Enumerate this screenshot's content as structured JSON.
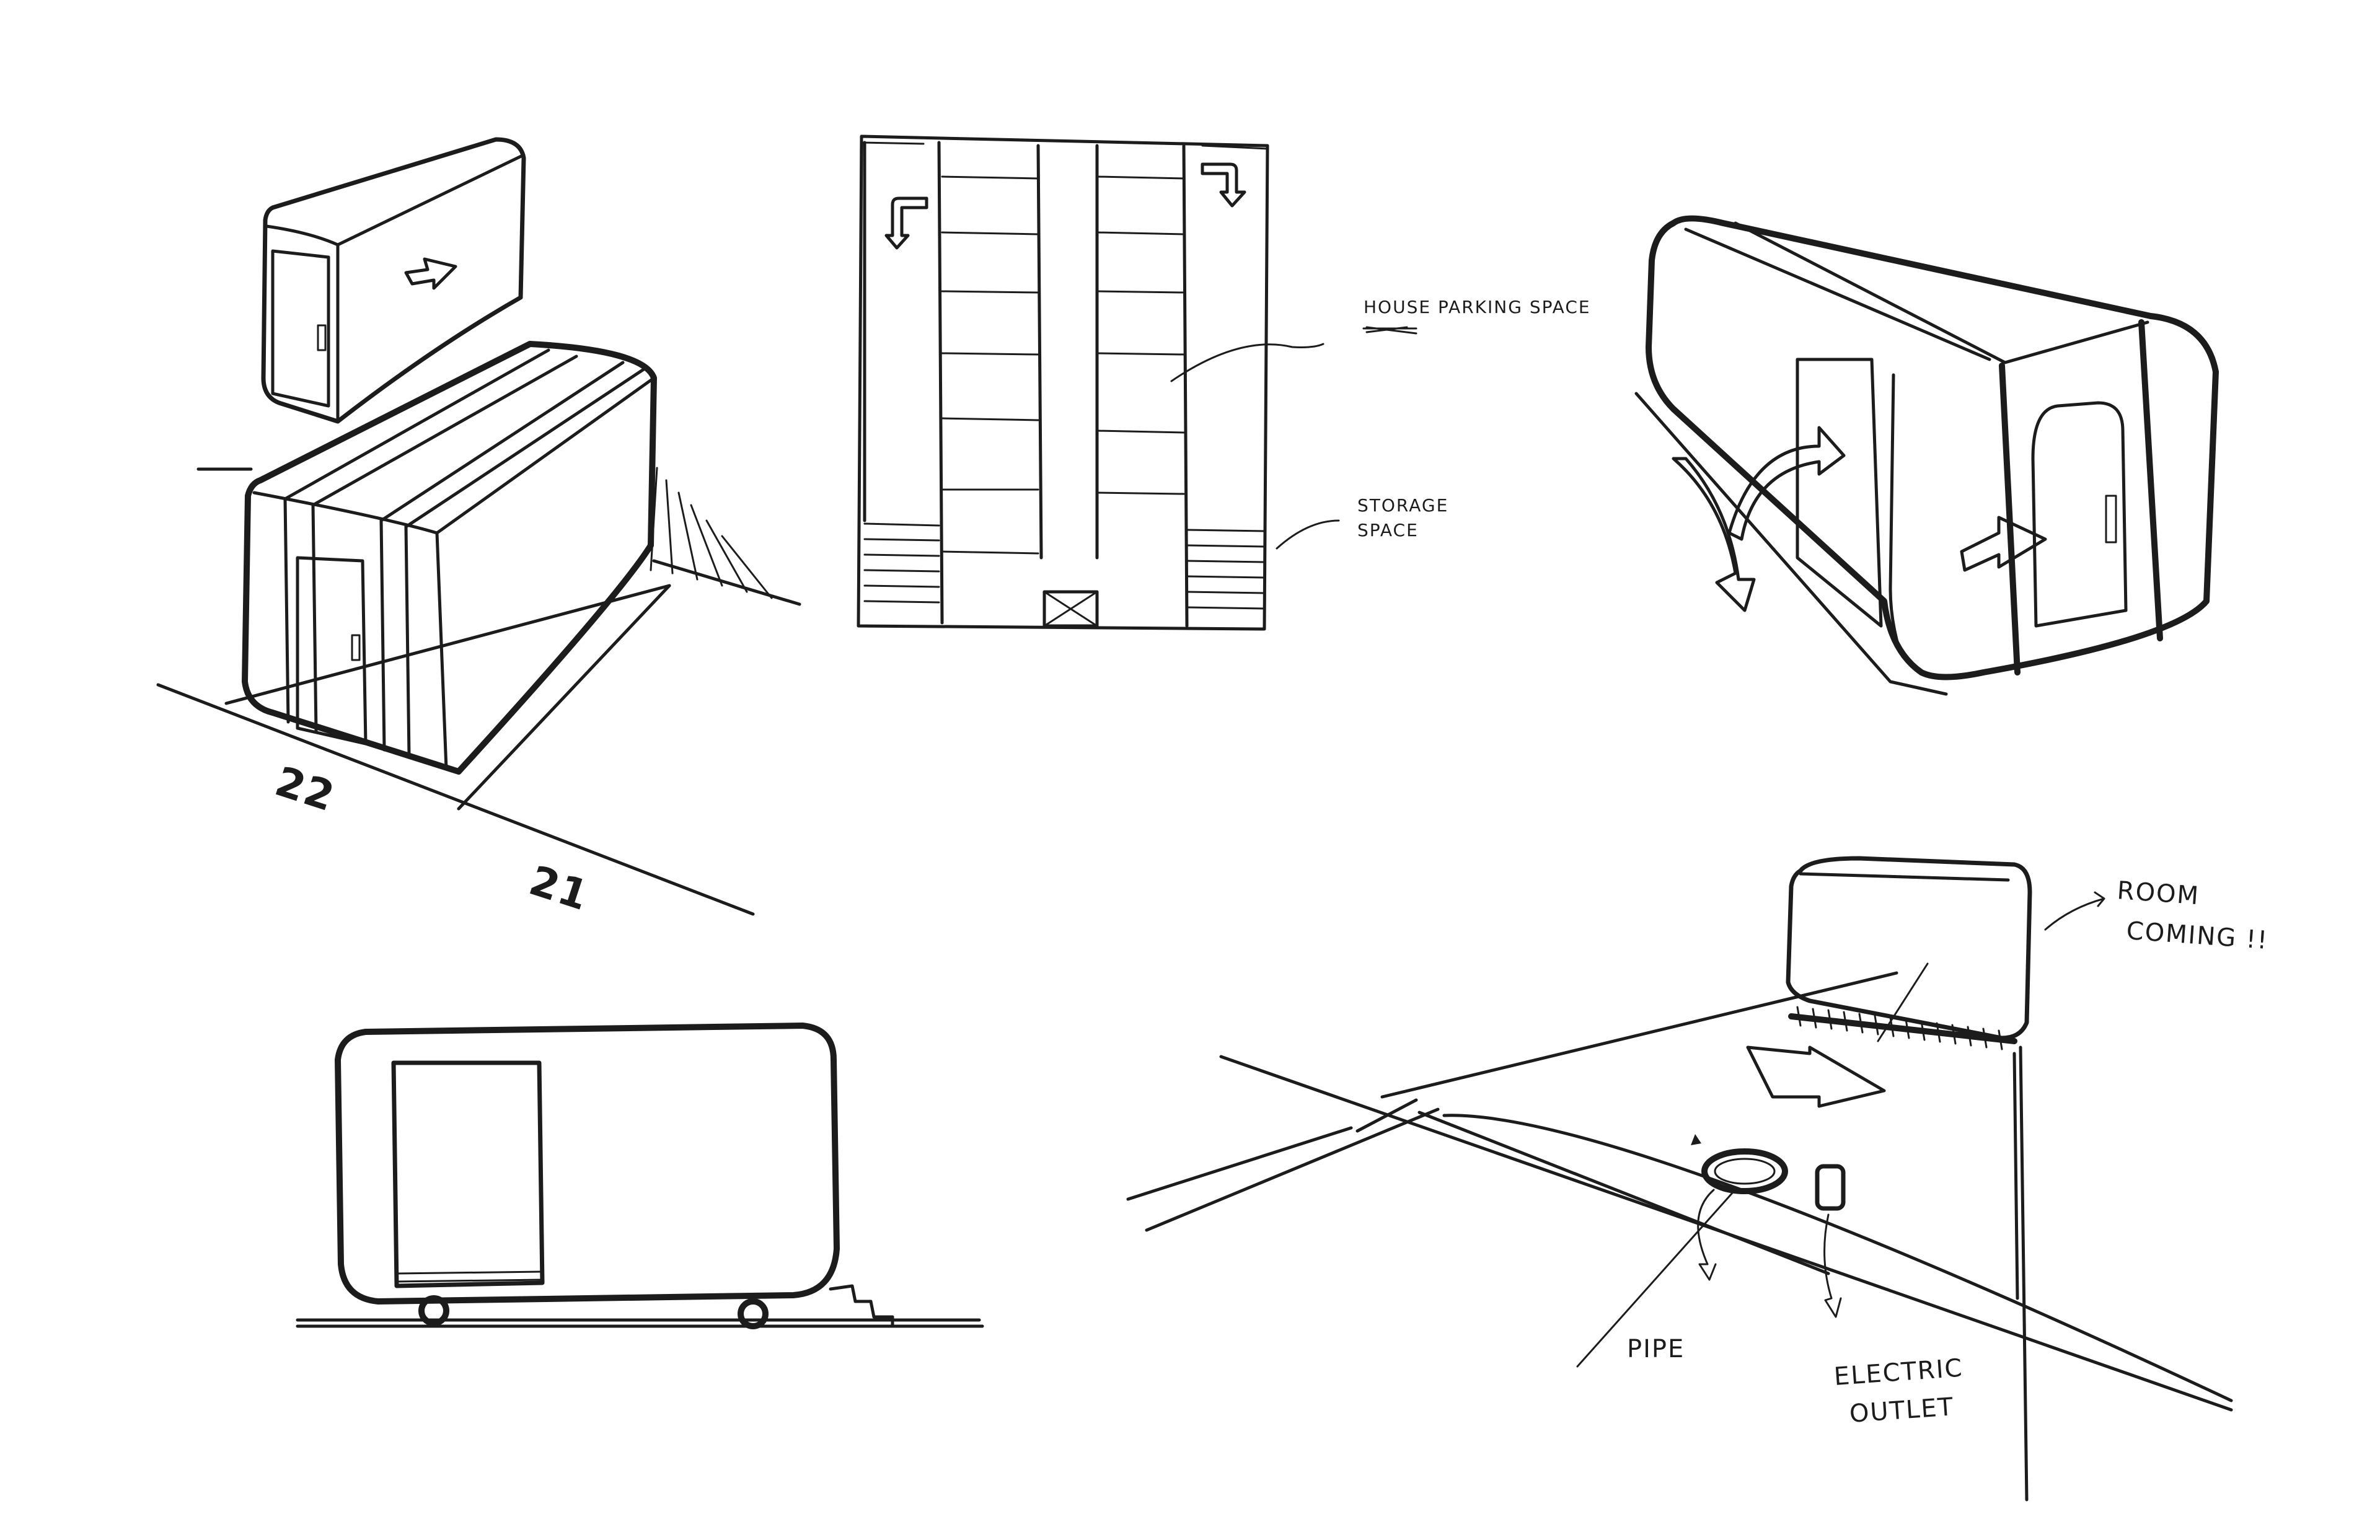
{
  "sketch": {
    "ink_color": "#1c1c1c",
    "paper_color": "#ffffff",
    "plan": {
      "label_parking": "HOUSE PARKING SPACE",
      "label_storage_line1": "STORAGE",
      "label_storage_line2": "SPACE"
    },
    "lot_numbers": {
      "first": "22",
      "second": "21"
    },
    "site": {
      "label_room_line1": "ROOM",
      "label_room_line2": "COMING !!",
      "label_pipe": "PIPE",
      "label_outlet_line1": "ELECTRIC",
      "label_outlet_line2": "OUTLET"
    }
  }
}
